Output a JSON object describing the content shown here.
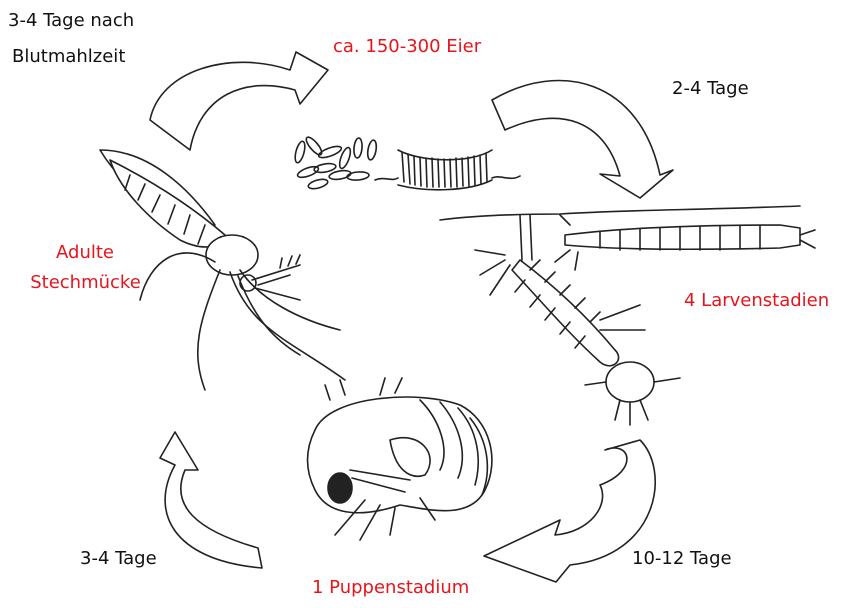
{
  "labels": {
    "top_left_time": "3-4 Tage nach",
    "top_left_time_2": "Blutmahlzeit",
    "eggs": "ca. 150-300 Eier",
    "eggs_to_larvae_time": "2-4 Tage",
    "adult_line1": "Adulte",
    "adult_line2": "Stechmücke",
    "larvae": "4 Larvenstadien",
    "pupa_to_adult_time": "3-4 Tage",
    "larvae_to_pupa_time": "10-12 Tage",
    "pupa": "1 Puppenstadium"
  },
  "colors": {
    "stage_label": "#e8141c",
    "time_label": "#111111",
    "ink": "#222222"
  },
  "icons": [
    "cycle-arrow",
    "mosquito",
    "eggs",
    "egg-raft",
    "larva",
    "pupa"
  ]
}
